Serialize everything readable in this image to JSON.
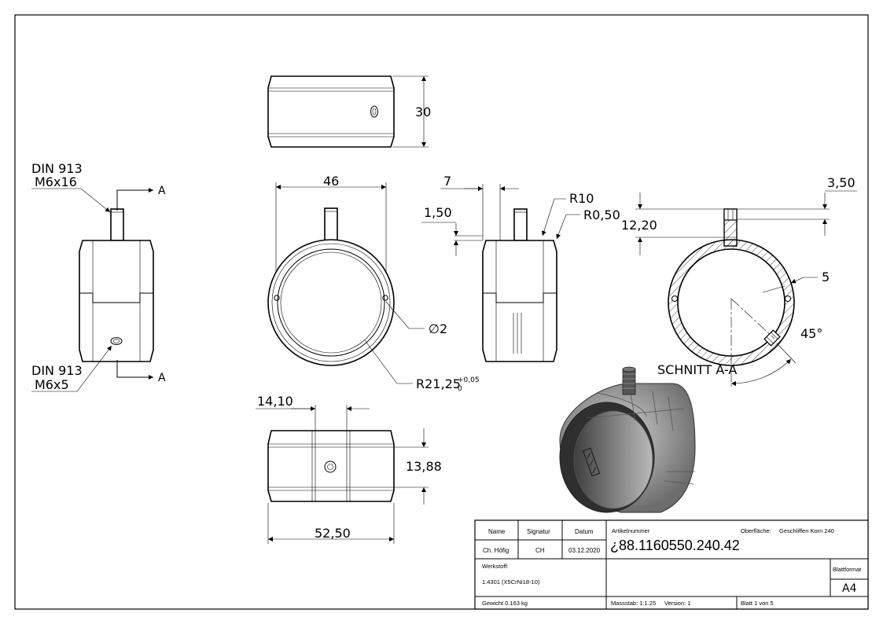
{
  "dims": {
    "d30": "30",
    "d46": "46",
    "d7": "7",
    "d150": "1,50",
    "r10": "R10",
    "r050": "R0,50",
    "d350": "3,50",
    "d1220": "12,20",
    "d5": "5",
    "phi2": "∅2",
    "d45": "45°",
    "r2125": "R21,25",
    "tol_upper": "+0,05",
    "tol_lower": "0",
    "d1410": "14,10",
    "d1388": "13,88",
    "d5250": "52,50"
  },
  "labels": {
    "din_top_1": "DIN 913",
    "din_top_2": "M6x16",
    "din_bot_1": "DIN 913",
    "din_bot_2": "M6x5",
    "section_a_top": "A",
    "section_a_bot": "A",
    "section_title": "SCHNITT A-A"
  },
  "title_block": {
    "h_name": "Name",
    "h_signatur": "Signatur",
    "h_datum": "Datum",
    "name": "Ch. Höfig",
    "signatur": "CH",
    "datum": "03.12.2020",
    "artikel_label": "Artikelnummer",
    "artikel_nr": "¿88.1160550.240.42",
    "oberflaeche_label": "Oberfläche:",
    "oberflaeche": "Geschliffen Korn 240",
    "werkstoff_label": "Werkstoff:",
    "werkstoff": "1.4301 (X5CrNi18-10)",
    "blattformat_label": "Blattformat",
    "blattformat": "A4",
    "gewicht": "Gewicht 0.163 kg",
    "massstab": "Massstab: 1:1.25",
    "version": "Version: 1",
    "blatt": "Blatt 1 von 5"
  }
}
